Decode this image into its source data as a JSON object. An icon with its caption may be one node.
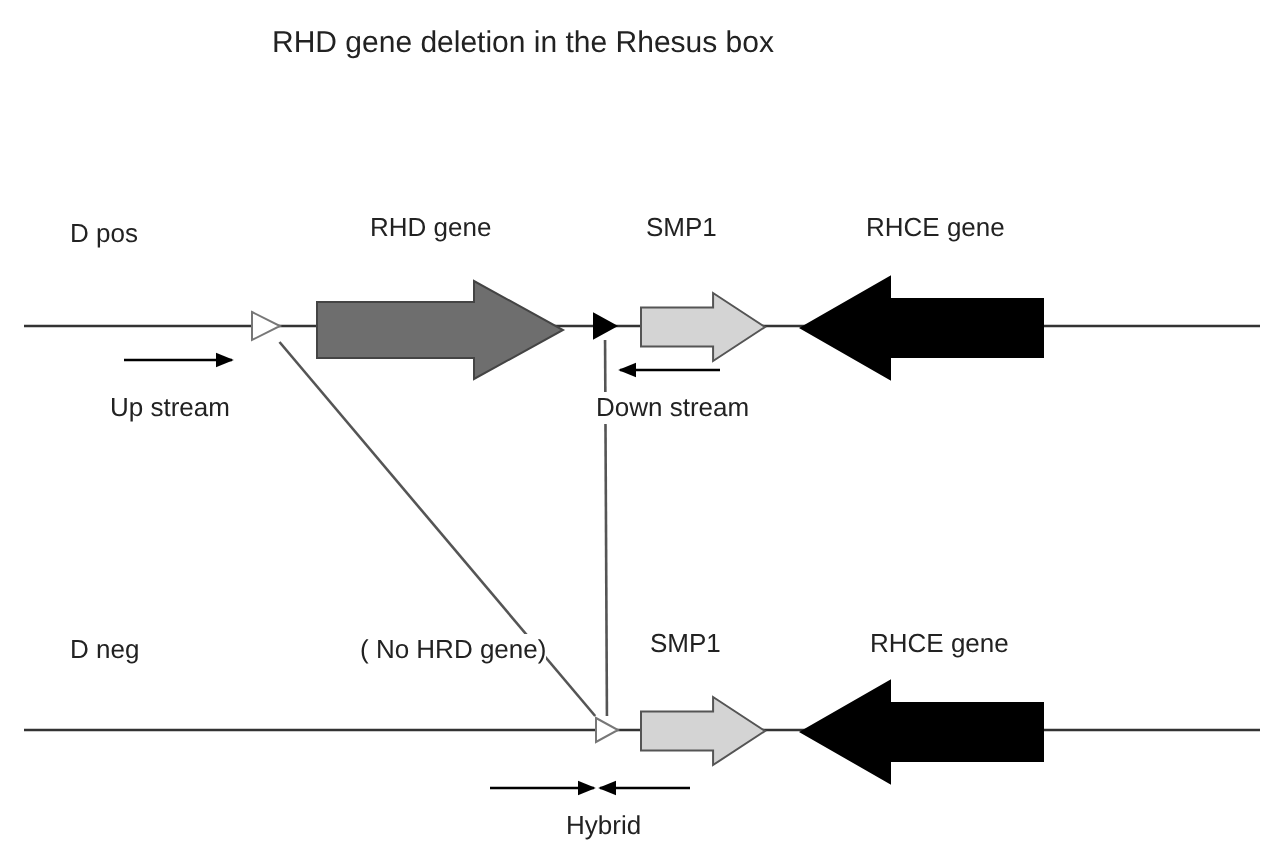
{
  "diagram": {
    "title": "RHD gene deletion in the Rhesus box",
    "nodes": [
      {
        "text": [],
        "shape": "triangle"
      },
      {
        "text": [
          "RHD gene"
        ]
      },
      {
        "text": [],
        "shape": "triangle"
      },
      {
        "text": [
          "SMP1"
        ]
      },
      {
        "text": [
          "RHCE gene"
        ]
      },
      {
        "text": [],
        "shape": "triangle"
      },
      {
        "text": [
          "SMP1"
        ]
      },
      {
        "text": [
          "RHCE gene"
        ]
      }
    ],
    "edges": [
      {
        "from": 0,
        "to": 5,
        "arrow": "none"
      },
      {
        "from": 2,
        "to": 5,
        "arrow": "none"
      }
    ],
    "labels": [
      "D pos",
      "Up stream",
      "Down stream",
      "D neg",
      "( No HRD gene)",
      "Hybrid"
    ]
  }
}
